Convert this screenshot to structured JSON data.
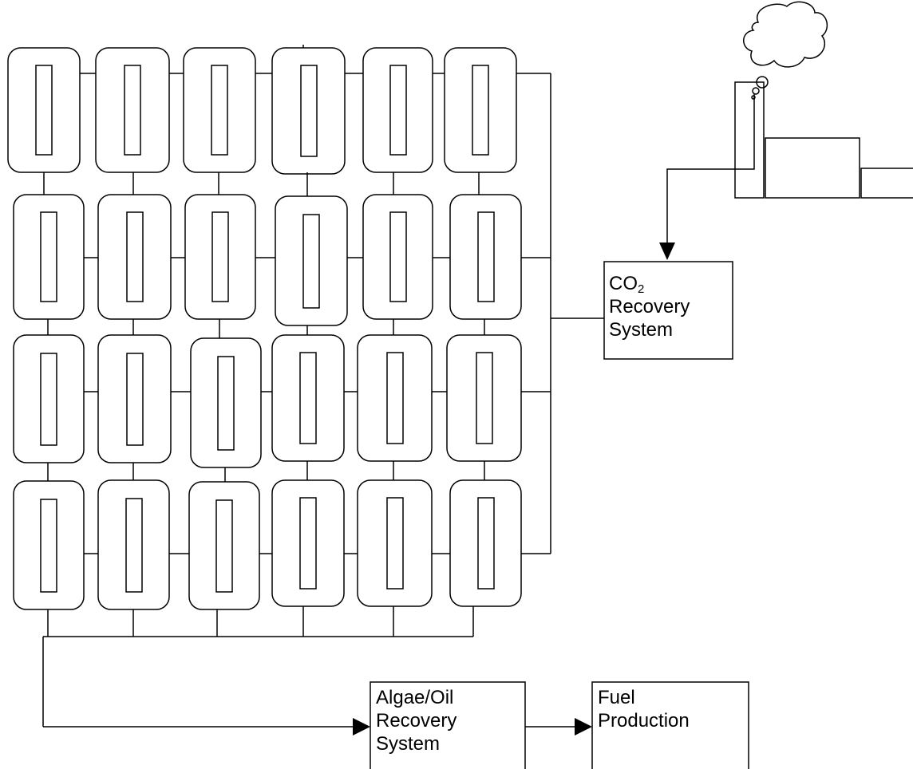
{
  "co2_box": {
    "line1_prefix": "CO",
    "line1_subscript": "2",
    "line2": "Recovery",
    "line3": "System"
  },
  "algae_box": {
    "line1": "Algae/Oil",
    "line2": "Recovery",
    "line3": "System"
  },
  "fuel_box": {
    "line1": "Fuel",
    "line2": "Production"
  },
  "reactor_grid": {
    "rows": 4,
    "columns": 6
  },
  "icons": [
    "smoke-cloud-icon",
    "smokestack-icon",
    "power-plant-icon"
  ],
  "colors": {
    "stroke": "#000000",
    "background": "#ffffff"
  }
}
